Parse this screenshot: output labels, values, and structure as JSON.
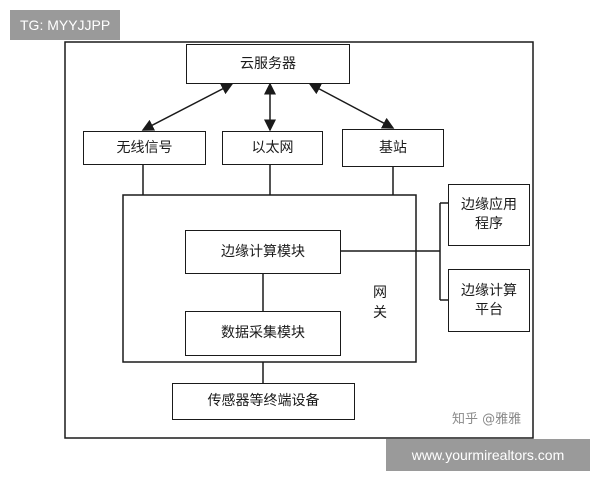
{
  "overlay": {
    "tg_label": "TG: MYYJJPP",
    "url_label": "www.yourmirealtors.com"
  },
  "watermark": "知乎 @雅雅",
  "nodes": {
    "cloud_server": "云服务器",
    "wireless": "无线信号",
    "ethernet": "以太网",
    "base_station": "基站",
    "edge_compute_module": "边缘计算模块",
    "data_acquisition_module": "数据采集模块",
    "gateway": "网关",
    "edge_app": "边缘应用程序",
    "edge_platform": "边缘计算平台",
    "sensor_devices": "传感器等终端设备"
  },
  "colors": {
    "stroke": "#1a1a1a",
    "overlay": "#787878"
  }
}
